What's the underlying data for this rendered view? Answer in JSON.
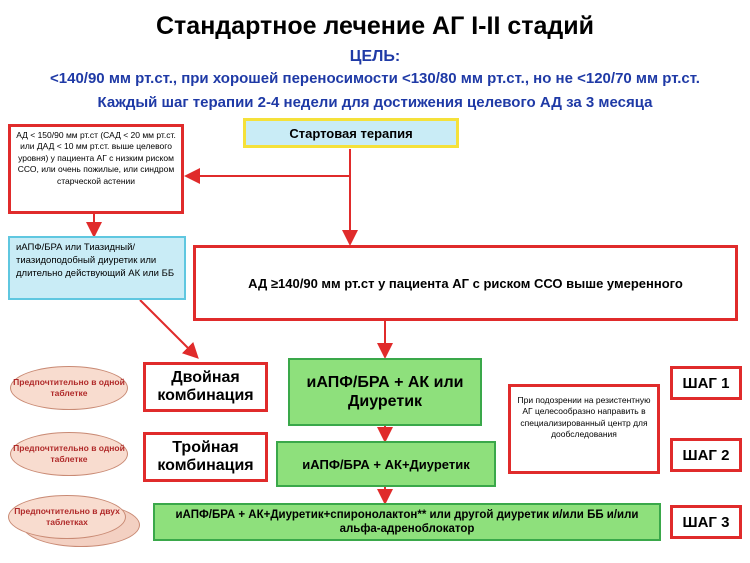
{
  "title": "Стандартное лечение АГ I-II стадий",
  "goal": {
    "label": "ЦЕЛЬ:",
    "text": "<140/90 мм рт.ст., при хорошей переносимости <130/80 мм рт.ст., но не <120/70 мм рт.ст.",
    "subtitle": "Каждый шаг терапии 2-4 недели  для достижения целевого АД за 3 месяца"
  },
  "start_box": "Стартовая терапия",
  "low_risk_box": "АД < 150/90 мм рт.ст (САД < 20 мм рт.ст. или ДАД < 10 мм рт.ст. выше целевого уровня) у пациента  АГ с низким риском ССО, или очень пожилые, или синдром старческой астении",
  "mono_box": "иАПФ/БРА или Тиазидный/тиазидоподобный диуретик или длительно действующий АК или ББ",
  "high_risk_box": "АД ≥140/90 мм рт.ст у пациента АГ с риском ССО выше умеренного",
  "ovals": [
    "Предпочтительно в одной таблетке",
    "Предпочтительно в одной таблетке",
    "Предпочтительно в двух таблетках"
  ],
  "combos": {
    "double": "Двойная комбинация",
    "triple": "Тройная комбинация"
  },
  "steps_therapy": {
    "step1": "иАПФ/БРА + АК или Диуретик",
    "step2": "иАПФ/БРА  + АК+Диуретик",
    "step3": "иАПФ/БРА  + АК+Диуретик+спиронолактон**  или другой диуретик и/или ББ и/или альфа-адреноблокатор"
  },
  "resistant_note": "При подозрении на резистентную АГ целесообразно направить в специализированный центр для дообследования",
  "step_labels": [
    "ШАГ 1",
    "ШАГ 2",
    "ШАГ 3"
  ],
  "colors": {
    "title_blue": "#1f3aa6",
    "border_red": "#e02b2b",
    "start_fill": "#c9ecf6",
    "start_border": "#f5e13a",
    "green_fill": "#8ee07c",
    "oval_fill": "#f8dccf"
  }
}
